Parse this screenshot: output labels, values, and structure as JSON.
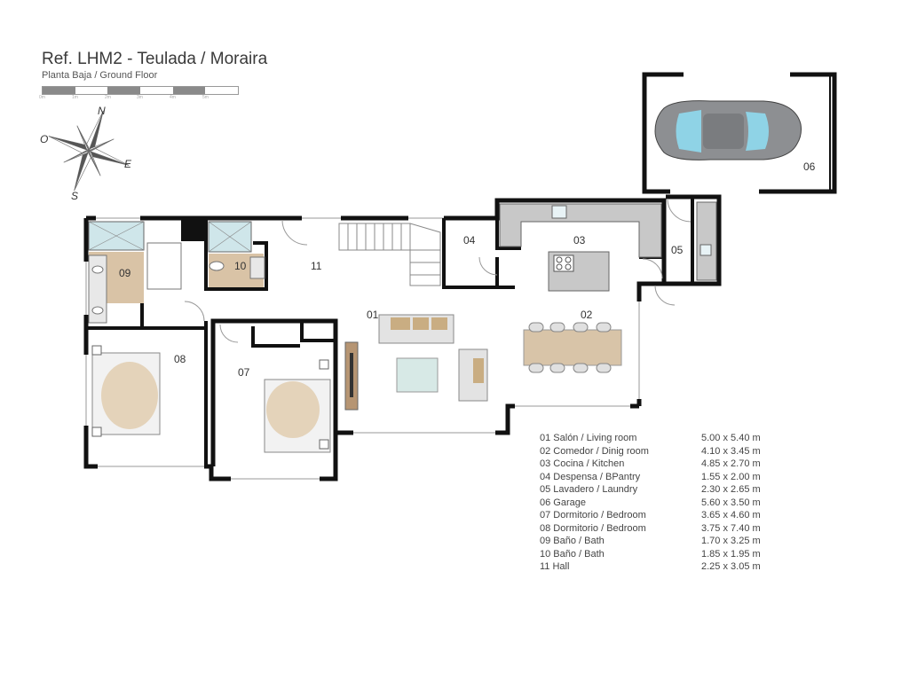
{
  "header": {
    "title": "Ref. LHM2 - Teulada / Moraira",
    "subtitle": "Planta Baja / Ground Floor"
  },
  "scale_bar": {
    "labels": [
      "0m",
      "1m",
      "2m",
      "3m",
      "4m",
      "5m"
    ]
  },
  "compass": {
    "north": "N",
    "south": "S",
    "east": "E",
    "west": "O"
  },
  "rooms": {
    "r01": "01",
    "r02": "02",
    "r03": "03",
    "r04": "04",
    "r05": "05",
    "r06": "06",
    "r07": "07",
    "r08": "08",
    "r09": "09",
    "r10": "10",
    "r11": "11"
  },
  "legend": [
    {
      "name": "01 Salón / Living room",
      "size": "5.00 x 5.40 m"
    },
    {
      "name": "02 Comedor / Dinig room",
      "size": "4.10 x 3.45 m"
    },
    {
      "name": "03 Cocina / Kitchen",
      "size": "4.85 x 2.70 m"
    },
    {
      "name": "04 Despensa / BPantry",
      "size": "1.55 x 2.00 m"
    },
    {
      "name": "05 Lavadero / Laundry",
      "size": "2.30 x 2.65 m"
    },
    {
      "name": "06 Garage",
      "size": "5.60 x 3.50 m"
    },
    {
      "name": "07 Dormitorio / Bedroom",
      "size": "3.65 x 4.60 m"
    },
    {
      "name": "08 Dormitorio / Bedroom",
      "size": "3.75 x 7.40 m"
    },
    {
      "name": "09 Baño / Bath",
      "size": "1.70 x 3.25 m"
    },
    {
      "name": "10 Baño / Bath",
      "size": "1.85 x 1.95 m"
    },
    {
      "name": "11 Hall",
      "size": "2.25 x 3.05 m"
    }
  ],
  "colors": {
    "wall": "#111111",
    "counter": "#c8c8c8",
    "dining_table": "#d8c4a8",
    "shower": "#cfe6ea",
    "bed_cover": "#e2cfb4",
    "car_body": "#8d8f92",
    "car_glass": "#8fd3e6"
  }
}
